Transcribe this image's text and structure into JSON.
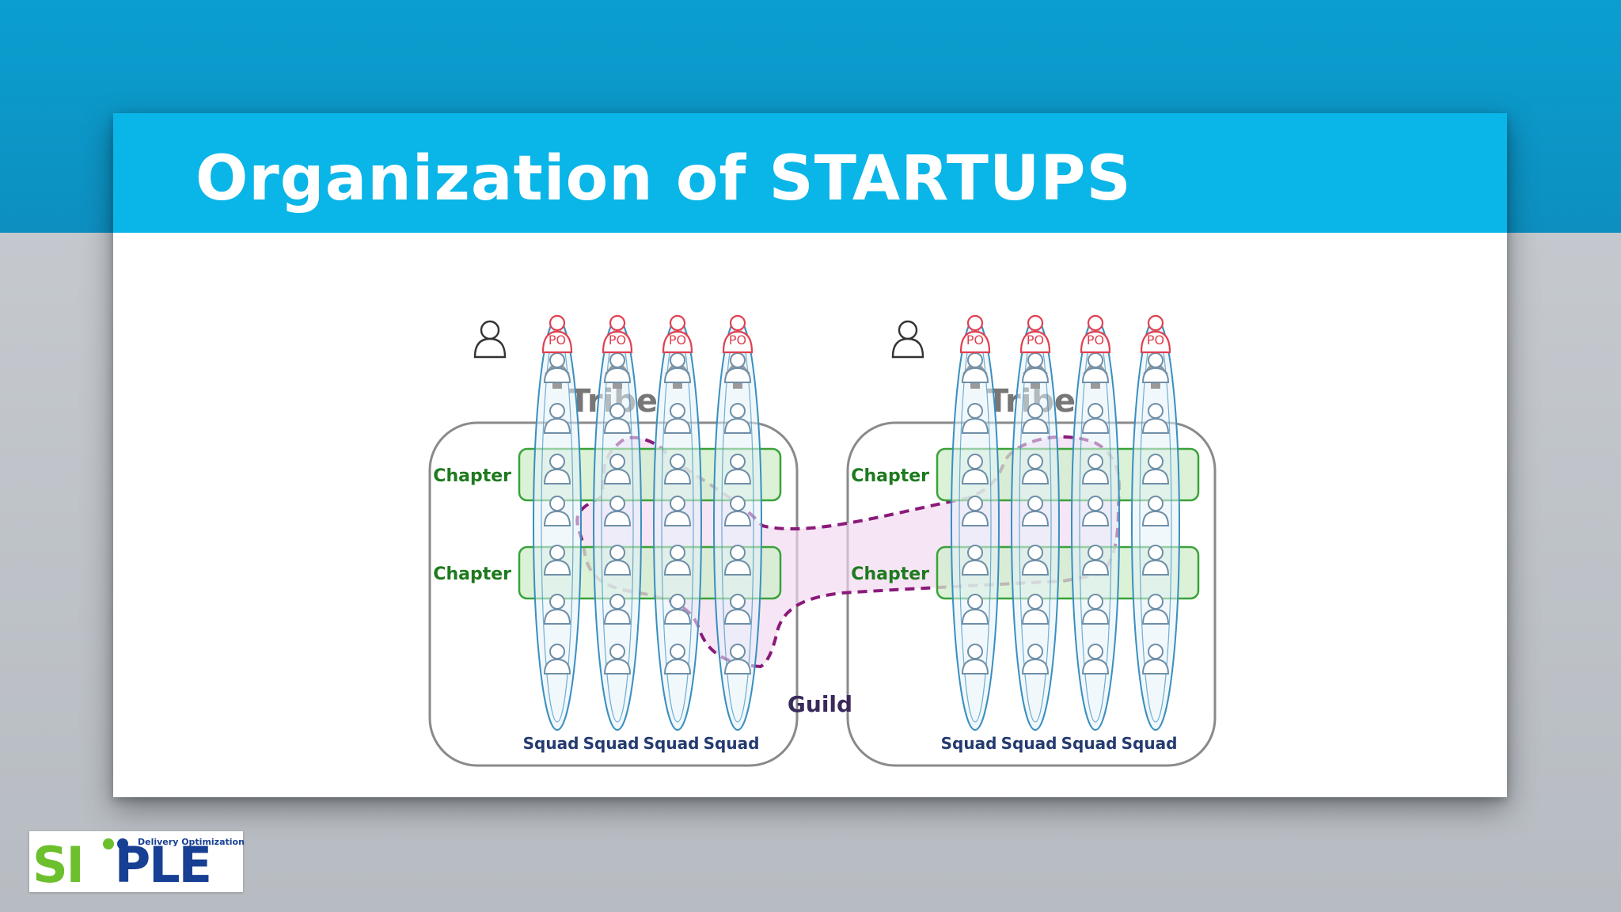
{
  "slide": {
    "title": "Organization of STARTUPS"
  },
  "diagram": {
    "tribes": [
      {
        "label": "Tribe",
        "po_label": "PO",
        "chapter_labels": [
          "Chapter",
          "Chapter"
        ],
        "squad_labels": [
          "Squad",
          "Squad",
          "Squad",
          "Squad"
        ]
      },
      {
        "label": "Tribe",
        "po_label": "PO",
        "chapter_labels": [
          "Chapter",
          "Chapter"
        ],
        "squad_labels": [
          "Squad",
          "Squad",
          "Squad",
          "Squad"
        ]
      }
    ],
    "guild_label": "Guild",
    "colors": {
      "tribe_border": "#8a8a8a",
      "po": "#e04050",
      "squad": "#3a8fbf",
      "chapter": "#3aa23a",
      "chapter_text": "#1e7a1e",
      "guild": "#8a1a7a",
      "squad_text": "#243a70",
      "tribe_text": "#777777"
    }
  },
  "logo": {
    "wordmark_left": "SI",
    "wordmark_right": "PLE",
    "tagline": "Delivery Optimization"
  }
}
